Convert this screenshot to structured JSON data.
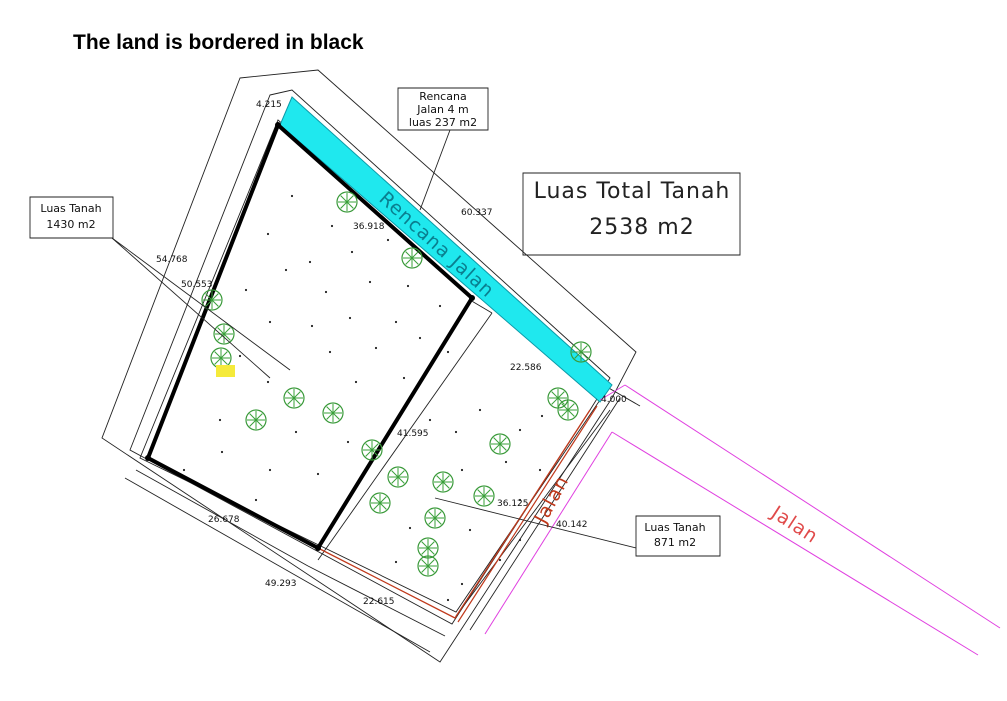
{
  "heading": "The land is bordered in  black",
  "total_box": {
    "line1": "Luas Total Tanah",
    "line2": "2538 m2"
  },
  "plan_road_note": {
    "line1": "Rencana",
    "line2": "Jalan 4 m",
    "line3": "luas 237 m2"
  },
  "parcel_a_note": {
    "line1": "Luas Tanah",
    "line2": "1430 m2"
  },
  "parcel_b_note": {
    "line1": "Luas Tanah",
    "line2": "871 m2"
  },
  "road_labels": {
    "planned": "Rencana Jalan",
    "side": "Jalan",
    "main": "Jalan"
  },
  "dimensions": {
    "d4215": "4.215",
    "d60337": "60.337",
    "d36918": "36.918",
    "d54768": "54.768",
    "d50553": "50.553",
    "d22586": "22.586",
    "d4000": "4.000",
    "d41595": "41.595",
    "d36125": "36.125",
    "d40142": "40.142",
    "d26678": "26.678",
    "d49293": "49.293",
    "d22615": "22.615"
  },
  "colors": {
    "planned_road": "#1fe8ee",
    "boundary": "#000000",
    "side_road": "#c0391b",
    "main_road": "#e040e0",
    "trees": "#3a9a3a",
    "marker": "#f5ea3a"
  }
}
